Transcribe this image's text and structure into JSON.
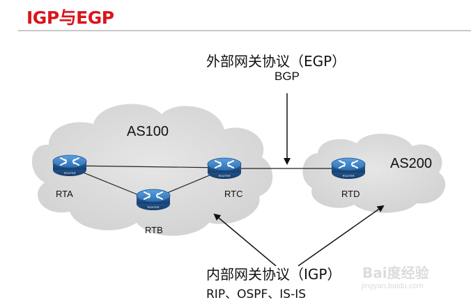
{
  "title": "IGP与EGP",
  "egp": {
    "label": "外部网关协议（EGP）",
    "protocol": "BGP"
  },
  "igp": {
    "label": "内部网关协议（IGP）",
    "protocols": "RIP、OSPF、IS-IS"
  },
  "as100": {
    "label": "AS100"
  },
  "as200": {
    "label": "AS200"
  },
  "routers": {
    "rta": {
      "label": "RTA",
      "badge": "ROUTER"
    },
    "rtb": {
      "label": "RTB",
      "badge": "ROUTER"
    },
    "rtc": {
      "label": "RTC",
      "badge": "ROUTER"
    },
    "rtd": {
      "label": "RTD",
      "badge": "ROUTER"
    }
  },
  "watermark": {
    "brand": "Bai度经验",
    "url": "jingyan.baidu.com"
  },
  "colors": {
    "title": "#d9161c",
    "router": "#2c6eb0",
    "cloud": "#dcdcdc"
  }
}
